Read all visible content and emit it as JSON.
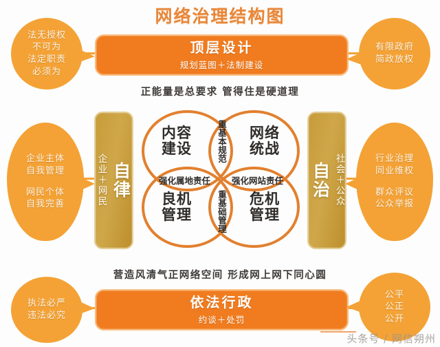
{
  "title": "网络治理结构图",
  "top_block": {
    "heading": "顶层设计",
    "subheading": "规划蓝图＋法制建设"
  },
  "bottom_block": {
    "heading": "依法行政",
    "subheading": "约谈＋处罚"
  },
  "taglines": {
    "top": "正能量是总要求  管得住是硬道理",
    "bottom": "营造风清气正网络空间  形成网上网下同心圆"
  },
  "pillars": {
    "left": {
      "main": "自律",
      "sub": "企业＋网民"
    },
    "right": {
      "main": "自治",
      "sub": "社会＋公众"
    }
  },
  "venn": {
    "circles": [
      {
        "id": "top-left",
        "label": "内容\n建设"
      },
      {
        "id": "top-right",
        "label": "网络\n统战"
      },
      {
        "id": "bottom-left",
        "label": "良机\n管理"
      },
      {
        "id": "bottom-right",
        "label": "危机\n管理"
      }
    ],
    "overlaps": {
      "top": "重基本规范",
      "bottom": "重基础管理",
      "left": "强化属地责任",
      "right": "强化网站责任"
    }
  },
  "callouts": {
    "top_left": {
      "lines": [
        "法无授权",
        "不可为",
        "法定职责",
        "必须为"
      ]
    },
    "top_right": {
      "lines": [
        "有限政府",
        "简政放权"
      ]
    },
    "mid_left": {
      "group1": [
        "企业主体",
        "自我管理"
      ],
      "group2": [
        "网民个体",
        "自我完善"
      ]
    },
    "mid_right": {
      "group1": [
        "行业治理",
        "同业维权"
      ],
      "group2": [
        "群众评议",
        "公众举报"
      ]
    },
    "bottom_left": {
      "lines": [
        "执法必严",
        "违法必究"
      ]
    },
    "bottom_right": {
      "lines": [
        "公平",
        "公正",
        "公开"
      ]
    }
  },
  "watermark": "头条号 / 网信朔州",
  "colors": {
    "title": "#e8873a",
    "bar": "#f07c1f",
    "bubble": "#f4a236",
    "pillar": "#c79b39",
    "circle": "#e2802f",
    "text_dark": "#2f2c2a"
  }
}
